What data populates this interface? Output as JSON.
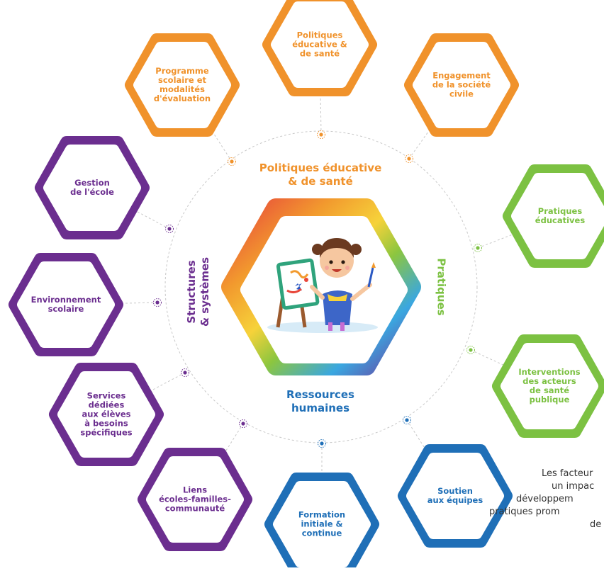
{
  "colors": {
    "orange": "#F0922B",
    "purple": "#6B2E8F",
    "green": "#7CC142",
    "blue": "#1F6FB7",
    "ring": "#c8c8c8"
  },
  "sectors": {
    "top": "Politiques éducative\n& de santé",
    "left": "Structures\n& systèmes",
    "right": "Pratiques",
    "bottom": "Ressources\nhumaines"
  },
  "hexagons": [
    {
      "key": "programme",
      "label": "Programme\nscolaire et\nmodalités\nd'évaluation",
      "color": "orange"
    },
    {
      "key": "politiques",
      "label": "Politiques\néducative &\nde santé",
      "color": "orange"
    },
    {
      "key": "engagement",
      "label": "Engagement\nde la société\ncivile",
      "color": "orange"
    },
    {
      "key": "pratiques",
      "label": "Pratiques\néducatives",
      "color": "green"
    },
    {
      "key": "interventions",
      "label": "Interventions\ndes acteurs\nde santé\npublique",
      "color": "green"
    },
    {
      "key": "soutien",
      "label": "Soutien\naux équipes",
      "color": "blue"
    },
    {
      "key": "formation",
      "label": "Formation\ninitiale &\ncontinue",
      "color": "blue"
    },
    {
      "key": "liens",
      "label": "Liens\nécoles-familles-\ncommunauté",
      "color": "purple"
    },
    {
      "key": "services",
      "label": "Services\ndédiées\naux élèves\nà besoins\nspécifiques",
      "color": "purple"
    },
    {
      "key": "environnement",
      "label": "Environnement\nscolaire",
      "color": "purple"
    },
    {
      "key": "gestion",
      "label": "Gestion\nde l'école",
      "color": "purple"
    }
  ],
  "caption": {
    "title": "F",
    "lines": [
      "Les facteur",
      "un impac",
      "développem",
      "pratiques prom",
      "de"
    ]
  }
}
